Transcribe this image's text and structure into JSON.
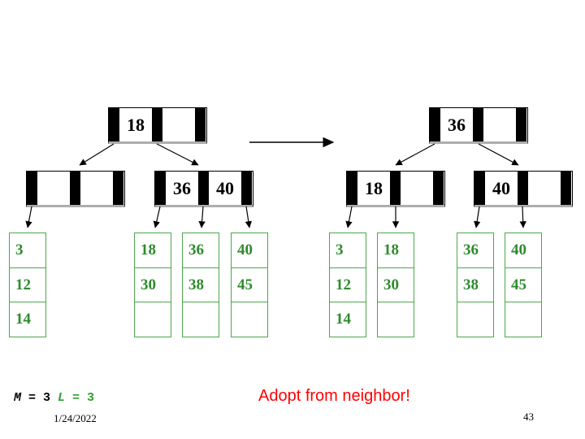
{
  "slide": {
    "caption": "Adopt from neighbor!",
    "footer": {
      "date": "1/24/2022",
      "page": "43"
    },
    "params": {
      "m_var": "M",
      "m_rest": " = 3",
      "l_var": "L",
      "l_rest": " = 3"
    }
  },
  "colors": {
    "leaf_border_green": "#4CA64C",
    "leaf_text_green": "#2E8B2E",
    "param_green": "#2FA02F",
    "caption_red": "#FF0000",
    "node_black": "#000000",
    "node_shadow_gray": "#adadad"
  },
  "left_tree": {
    "root_keys": [
      "18",
      ""
    ],
    "internal_left_keys": [
      "",
      ""
    ],
    "internal_right_keys": [
      "36",
      "40"
    ],
    "leaves": [
      [
        "3",
        "12",
        "14"
      ],
      [
        "18",
        "30",
        ""
      ],
      [
        "36",
        "38",
        ""
      ],
      [
        "40",
        "45",
        ""
      ]
    ]
  },
  "right_tree": {
    "root_keys": [
      "36",
      ""
    ],
    "internal_left_keys": [
      "18",
      ""
    ],
    "internal_right_keys": [
      "40",
      ""
    ],
    "leaves": [
      [
        "3",
        "12",
        "14"
      ],
      [
        "18",
        "30",
        ""
      ],
      [
        "36",
        "38",
        ""
      ],
      [
        "40",
        "45",
        ""
      ]
    ]
  }
}
